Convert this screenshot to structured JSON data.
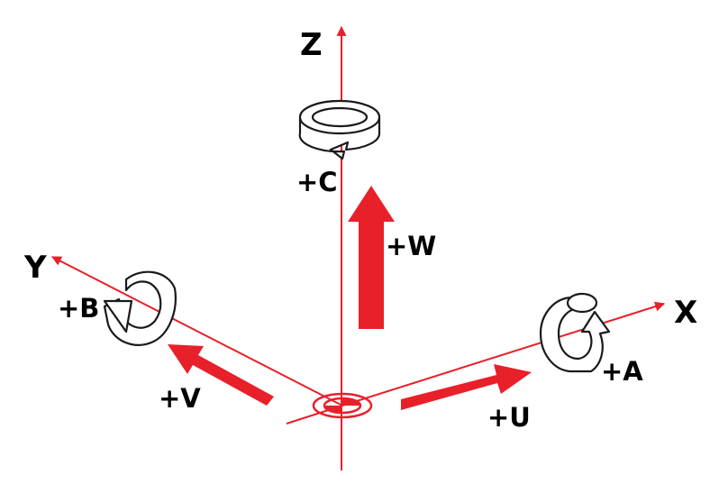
{
  "colors": {
    "axis": "#e8202a",
    "arrow": "#e8202a",
    "label": "#000000",
    "outline": "#1a1a1a"
  },
  "axes": {
    "z": {
      "label": "Z"
    },
    "y": {
      "label": "Y"
    },
    "x": {
      "label": "X"
    }
  },
  "linear": {
    "w": {
      "label": "+W"
    },
    "v": {
      "label": "+V"
    },
    "u": {
      "label": "+U"
    }
  },
  "rotary": {
    "c": {
      "label": "+C",
      "icon": "rotation-arrow-icon"
    },
    "b": {
      "label": "+B",
      "icon": "rotation-arrow-icon"
    },
    "a": {
      "label": "+A",
      "icon": "rotation-arrow-icon"
    }
  },
  "origin": {
    "icon": "origin-target-icon"
  }
}
